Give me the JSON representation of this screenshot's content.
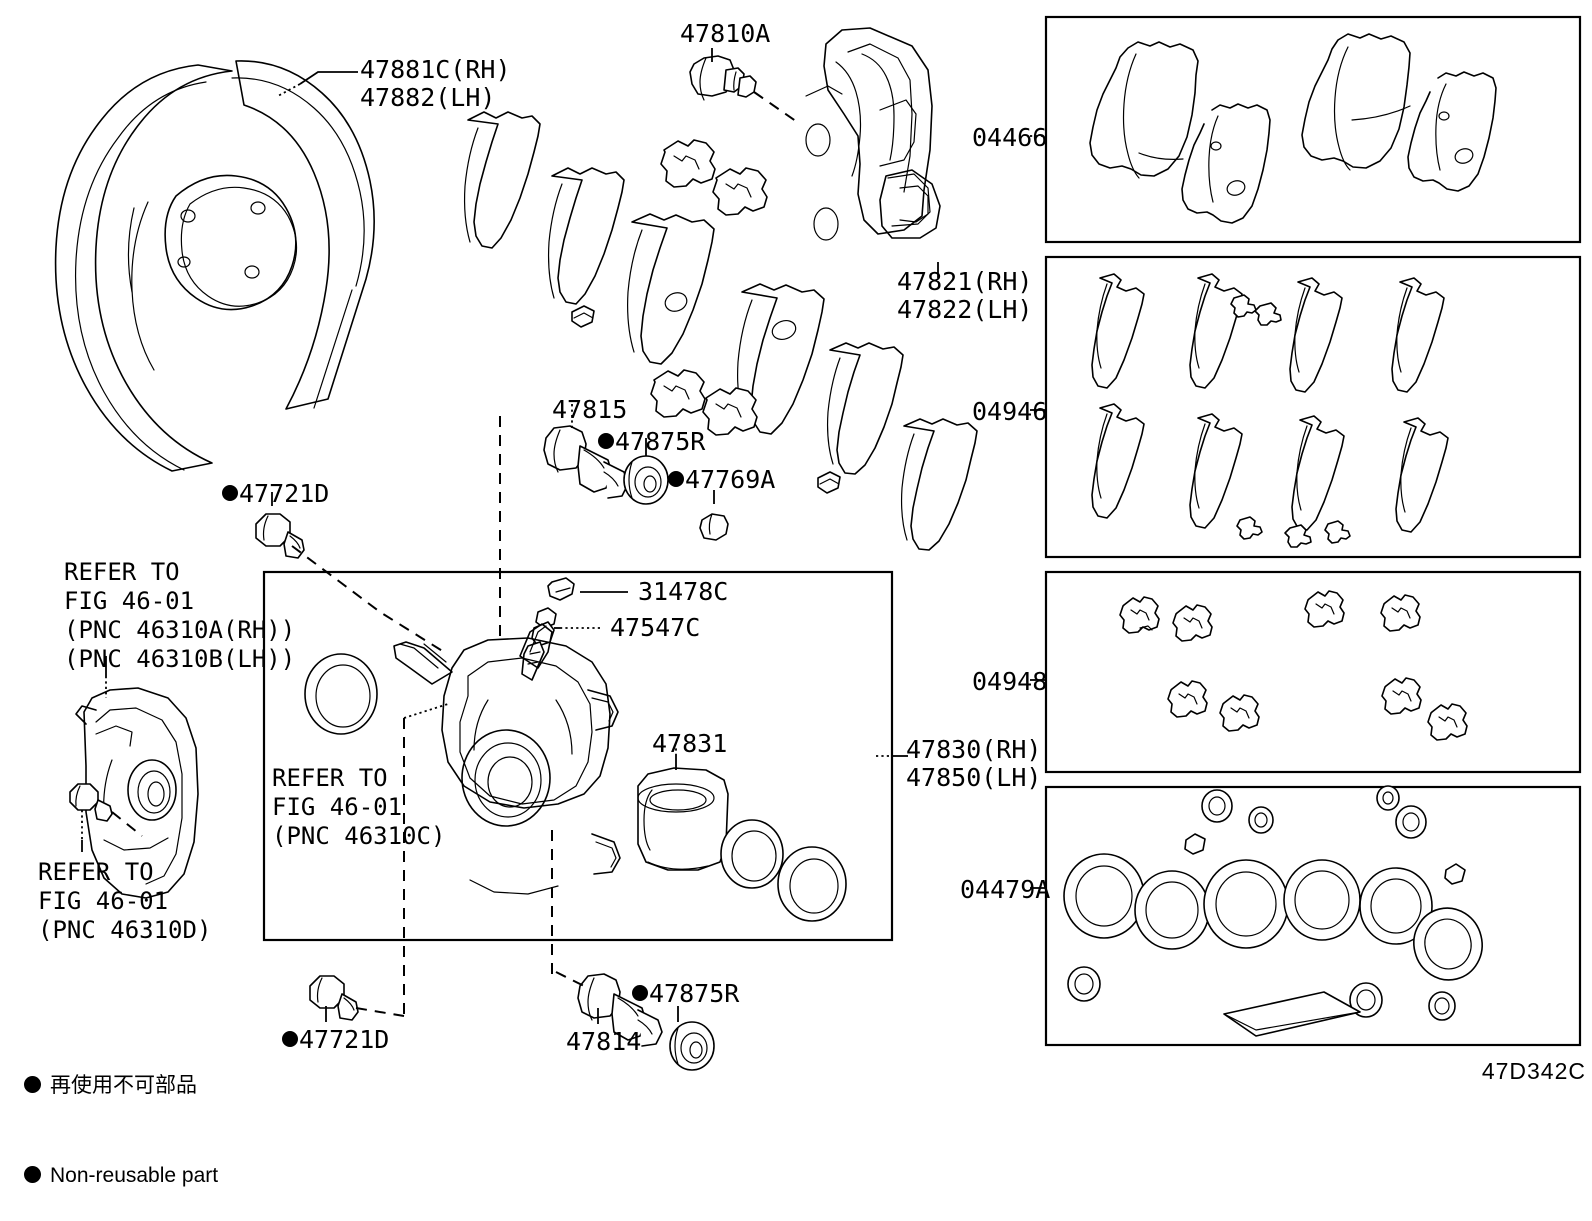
{
  "diagram": {
    "code": "47D342C",
    "legend": {
      "japanese": "再使用不可部品",
      "english": "Non-reusable part"
    }
  },
  "labels": {
    "dust_cover": {
      "line1": "47881C(RH)",
      "line2": "47882(LH)"
    },
    "bleeder_plug": "47810A",
    "mounting_bracket": {
      "line1": "47821(RH)",
      "line2": "47822(LH)"
    },
    "slide_pin_upper": "47815",
    "bushing_upper": "47875R",
    "bolt_47769a": "47769A",
    "bolt_47721d_upper": "47721D",
    "bolt_47721d_lower": "47721D",
    "slide_pin_lower": "47814",
    "bushing_lower": "47875R",
    "bleeder_cap": "31478C",
    "bleeder_screw": "47547C",
    "piston": "47831",
    "caliper_assy": {
      "line1": "47830(RH)",
      "line2": "47850(LH)"
    },
    "refer_a": {
      "line1": "REFER TO",
      "line2": "FIG 46-01",
      "line3": "(PNC 46310A(RH))",
      "line4": "(PNC 46310B(LH))"
    },
    "refer_b": {
      "line1": "REFER TO",
      "line2": "FIG 46-01",
      "line3": "(PNC 46310D)"
    },
    "refer_c": {
      "line1": "REFER TO",
      "line2": "FIG 46-01",
      "line3": "(PNC 46310C)"
    }
  },
  "kit_panels": [
    {
      "number": "04466",
      "name": "pad-kit-panel"
    },
    {
      "number": "04946",
      "name": "shim-kit-panel"
    },
    {
      "number": "04948",
      "name": "clip-kit-panel"
    },
    {
      "number": "04479A",
      "name": "seal-kit-panel"
    }
  ],
  "colors": {
    "ink": "#000000",
    "background": "#ffffff"
  }
}
